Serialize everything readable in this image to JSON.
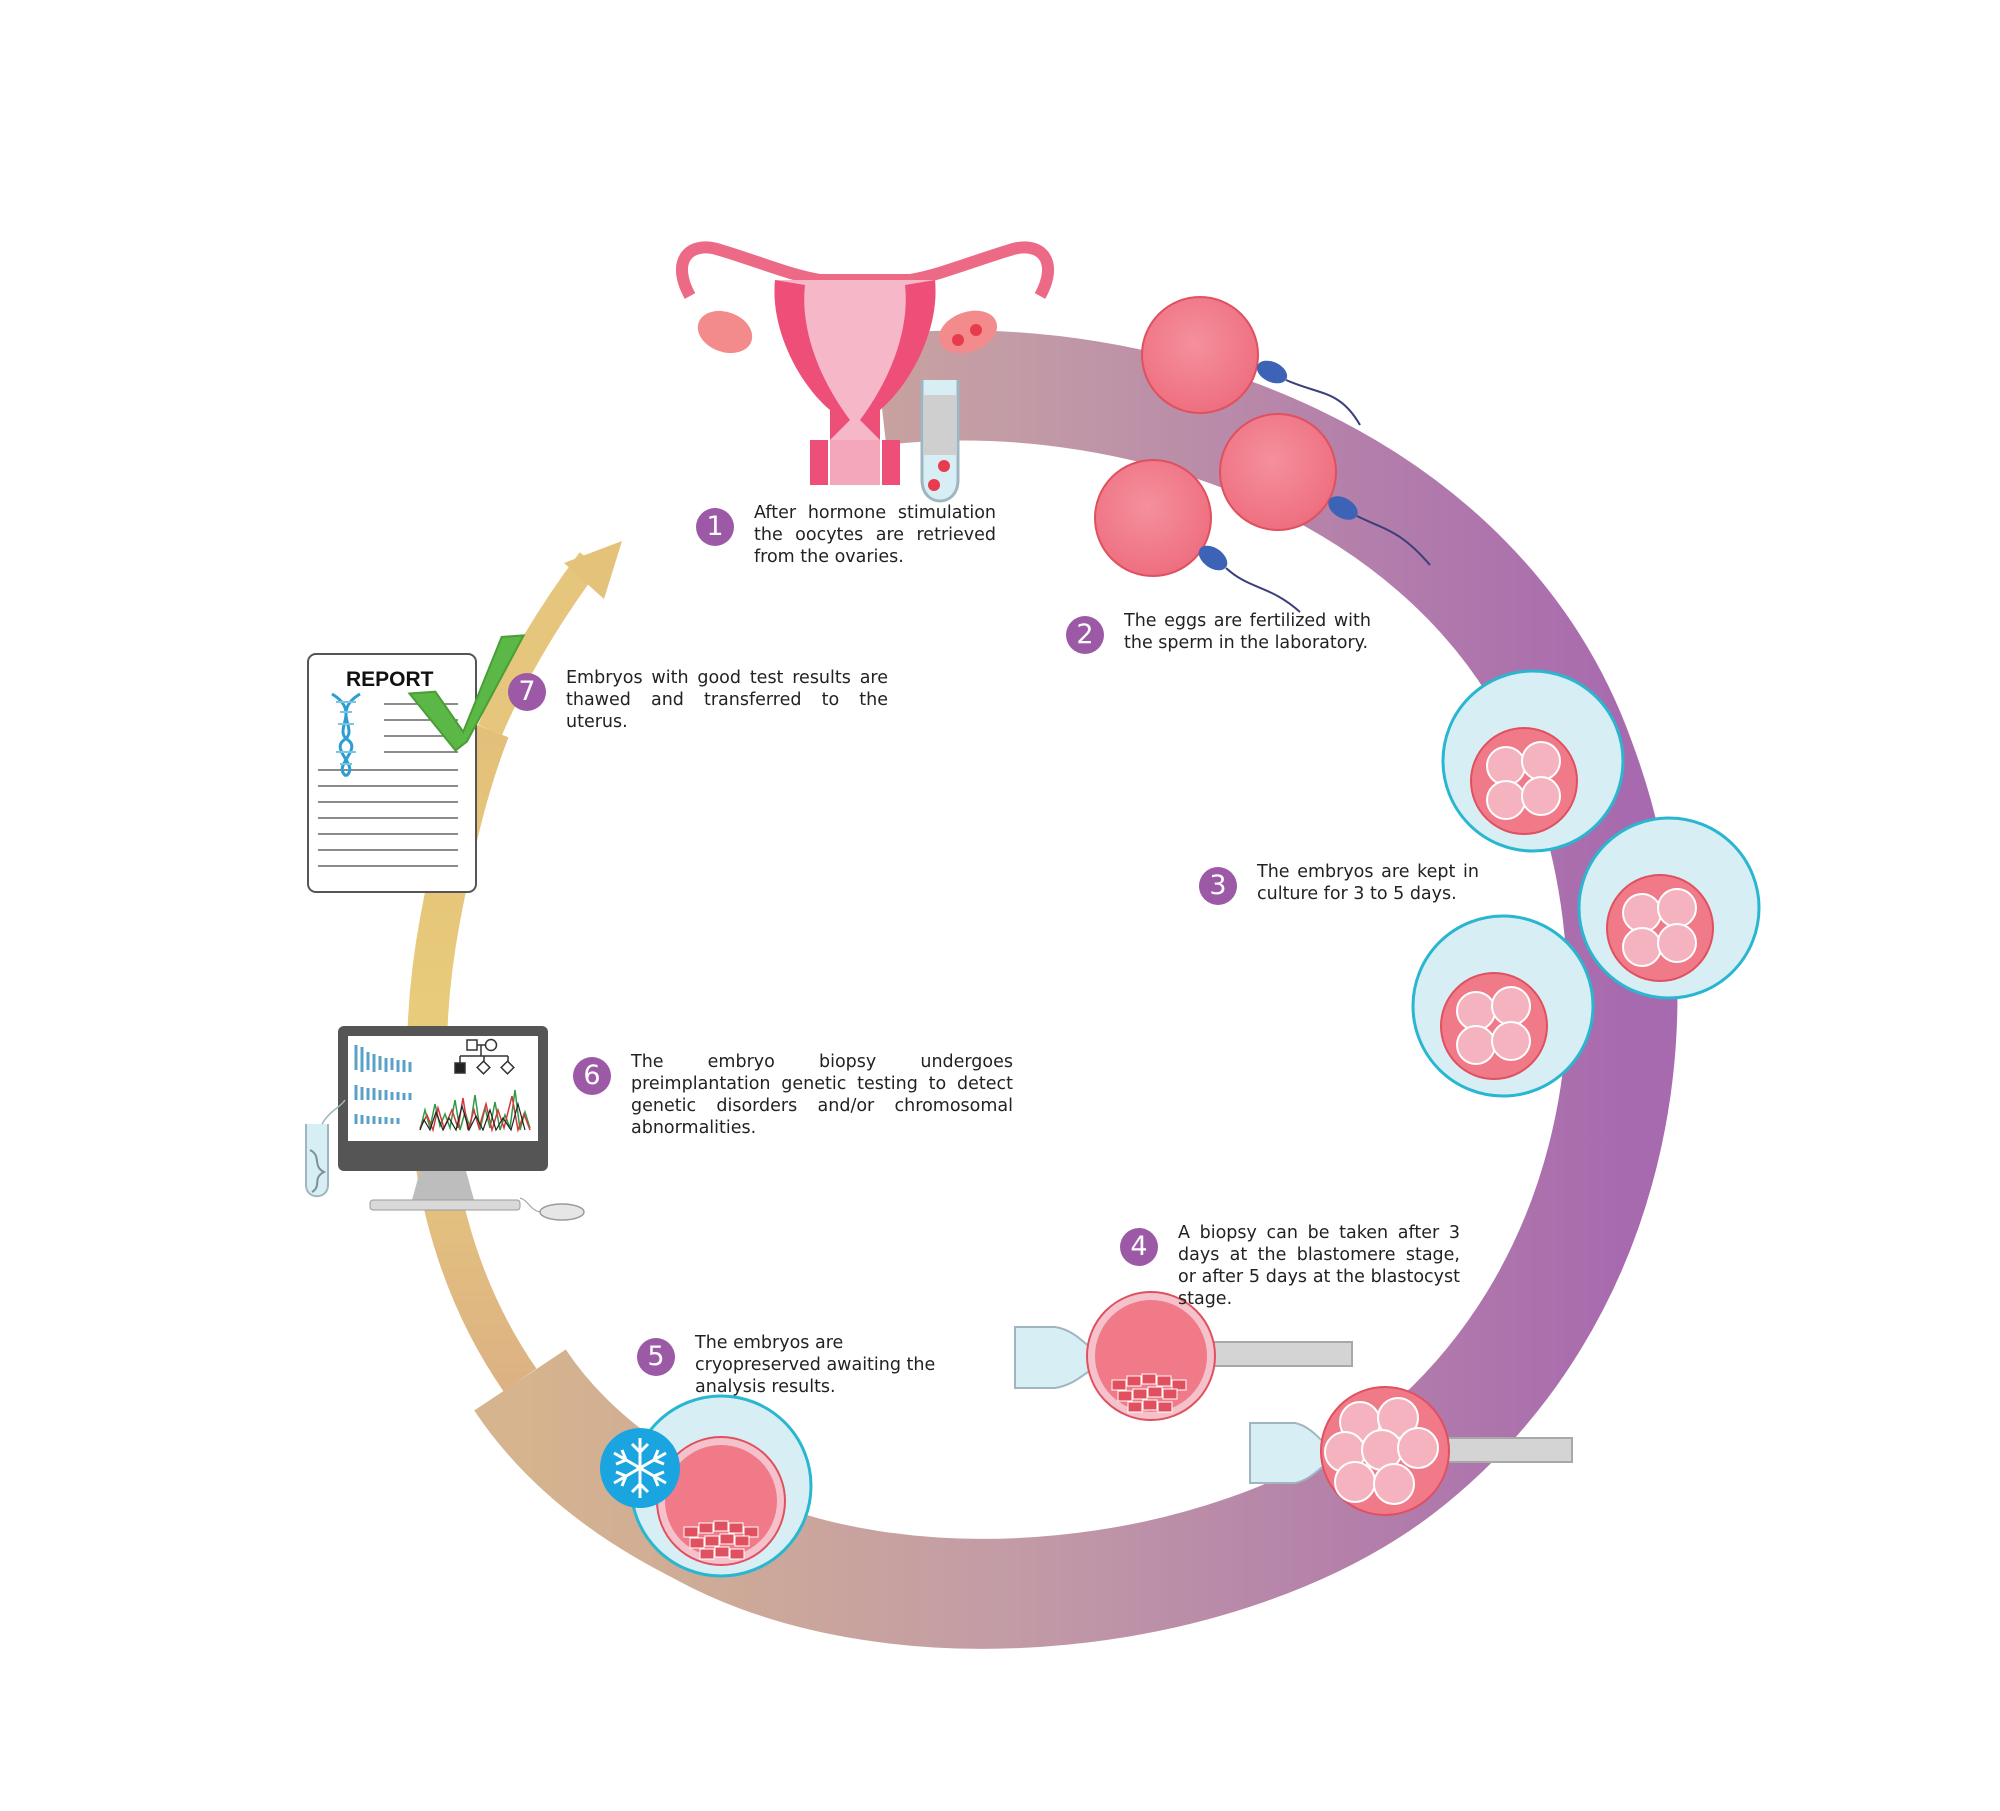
{
  "colors": {
    "badge": "#9b59a6",
    "ring_start": "#d4ae8e",
    "ring_mid": "#c09aa6",
    "ring_end": "#ab6fae",
    "ring_gold": "#e9c97c",
    "egg": "#f07a88",
    "zona": "#d8eef5",
    "zona_stroke": "#29b6d0",
    "check": "#5bb846",
    "snowflake": "#1aa5e0"
  },
  "steps": [
    {
      "number": "1",
      "text": "After hormone stimulation the oocytes are retrieved from the ovaries."
    },
    {
      "number": "2",
      "text": "The eggs are fertilized with the sperm in the laboratory."
    },
    {
      "number": "3",
      "text": "The embryos are kept in culture for 3 to 5 days."
    },
    {
      "number": "4",
      "text": "A biopsy can be taken after 3 days at the blastomere stage, or after 5 days at the blastocyst stage."
    },
    {
      "number": "5",
      "text": "The embryos are cryopreserved awaiting the analysis results."
    },
    {
      "number": "6",
      "text": "The embryo biopsy undergoes preimplantation genetic testing to detect genetic disorders and/or chromosomal abnormalities."
    },
    {
      "number": "7",
      "text": "Embryos with good test results are thawed and transferred to the uterus."
    }
  ],
  "report": {
    "title": "REPORT"
  },
  "icons": [
    "uterus-icon",
    "test-tube-icon",
    "egg-icon",
    "sperm-icon",
    "embryo-icon",
    "biopsy-pipette-icon",
    "snowflake-icon",
    "computer-monitor-icon",
    "dna-icon",
    "report-document-icon",
    "checkmark-icon",
    "mouse-icon",
    "arrow-icon"
  ]
}
